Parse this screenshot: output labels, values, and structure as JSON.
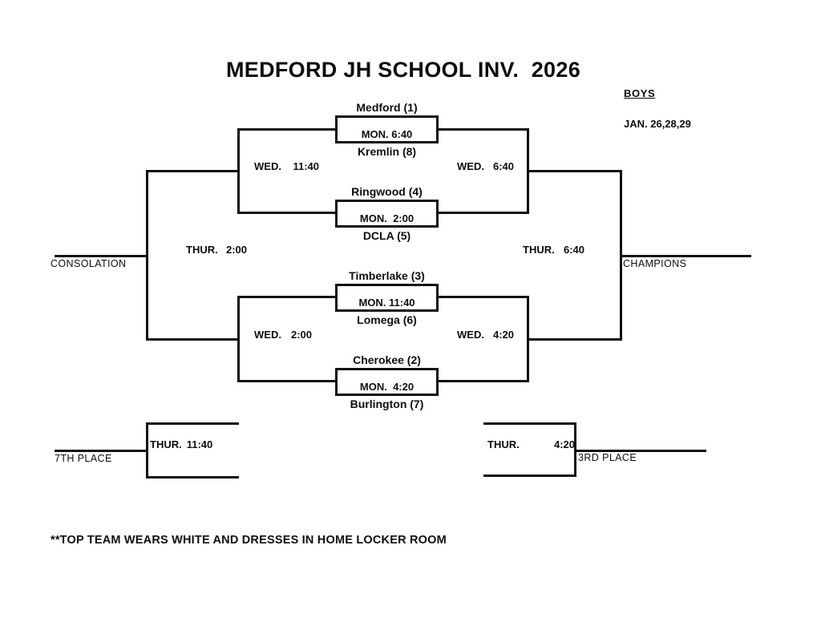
{
  "title": "MEDFORD JH SCHOOL INV.  2026",
  "meta": {
    "division": "BOYS",
    "dates": "JAN. 26,28,29"
  },
  "round1": [
    {
      "top_team": "Medford (1)",
      "bottom_team": "Kremlin (8)",
      "time": "MON. 6:40"
    },
    {
      "top_team": "Ringwood (4)",
      "bottom_team": "DCLA (5)",
      "time": "MON.  2:00"
    },
    {
      "top_team": "Timberlake (3)",
      "bottom_team": "Lomega (6)",
      "time": "MON. 11:40"
    },
    {
      "top_team": "Cherokee (2)",
      "bottom_team": "Burlington (7)",
      "time": "MON.  4:20"
    }
  ],
  "round2": {
    "consolation_top": {
      "day": "WED.",
      "time": "11:40"
    },
    "consolation_bottom": {
      "day": "WED.",
      "time": "2:00"
    },
    "championship_top": {
      "day": "WED.",
      "time": "6:40"
    },
    "championship_bottom": {
      "day": "WED.",
      "time": "4:20"
    }
  },
  "finals": {
    "consolation": {
      "day": "THUR.",
      "time": "2:00",
      "label": "CONSOLATION"
    },
    "championship": {
      "day": "THUR.",
      "time": "6:40",
      "label": "CHAMPIONS"
    },
    "seventh_place": {
      "day": "THUR.",
      "time": "11:40",
      "label": "7TH PLACE"
    },
    "third_place": {
      "day": "THUR.",
      "time": "4:20",
      "label": "3RD PLACE"
    }
  },
  "footnote": "**TOP TEAM WEARS WHITE AND DRESSES IN HOME LOCKER ROOM",
  "colors": {
    "line": "#111111",
    "text": "#0d0d0d",
    "background": "#ffffff"
  }
}
